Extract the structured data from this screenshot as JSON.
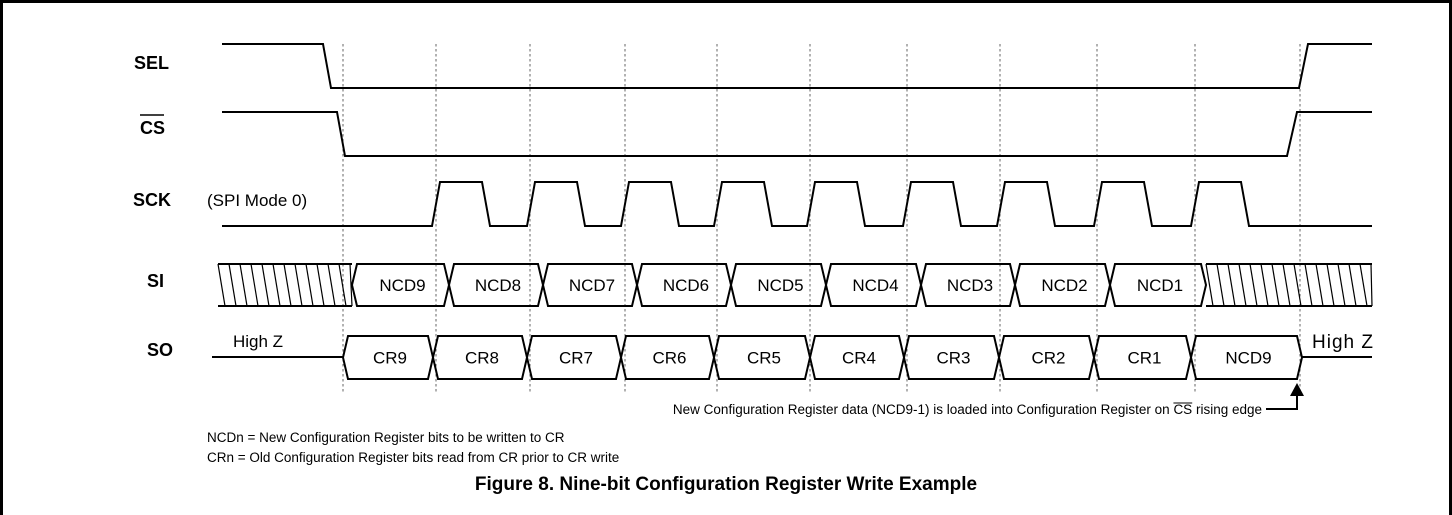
{
  "signals": {
    "sel": "SEL",
    "cs": "CS",
    "sck": "SCK",
    "sck_mode": "(SPI Mode 0)",
    "si": "SI",
    "so": "SO"
  },
  "si_cells": [
    "NCD9",
    "NCD8",
    "NCD7",
    "NCD6",
    "NCD5",
    "NCD4",
    "NCD3",
    "NCD2",
    "NCD1"
  ],
  "so_cells": [
    "CR9",
    "CR8",
    "CR7",
    "CR6",
    "CR5",
    "CR4",
    "CR3",
    "CR2",
    "CR1",
    "NCD9"
  ],
  "so_high_z_left": "High Z",
  "so_high_z_right": "High Z",
  "annotation": {
    "pre": "New Configuration Register data (NCD9-1) is loaded into Configuration Register on ",
    "cs": "CS",
    "post": " rising edge"
  },
  "notes": {
    "ncd": "NCDn = New Configuration Register bits to be written to CR",
    "crn": "CRn = Old Configuration Register bits read from CR prior to CR write"
  },
  "caption": "Figure 8.   Nine-bit Configuration Register Write Example"
}
